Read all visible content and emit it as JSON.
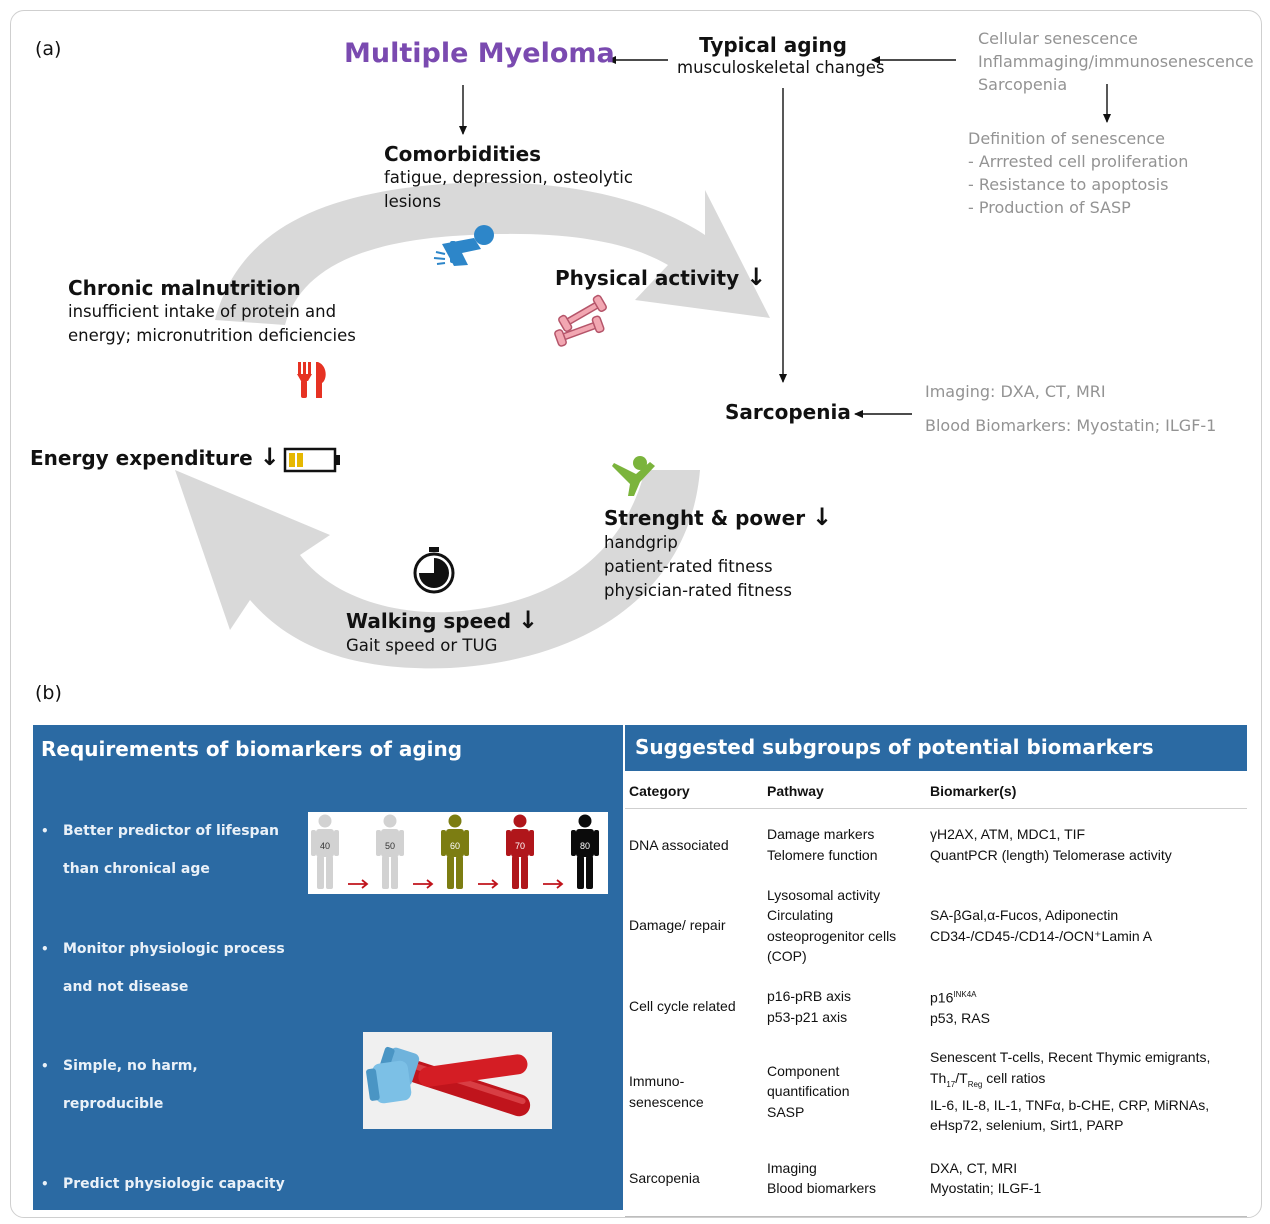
{
  "panel_a": {
    "label": "(a)",
    "multiple_myeloma": "Multiple Myeloma",
    "typical_aging": {
      "title": "Typical aging",
      "subtitle": "musculoskeletal changes"
    },
    "aging_factors": [
      "Cellular senescence",
      "Inflammaging/immunosenescence",
      "Sarcopenia"
    ],
    "senescence_definition": {
      "title": "Definition of senescence",
      "items": [
        "- Arrrested cell proliferation",
        "- Resistance to apoptosis",
        "- Production of SASP"
      ]
    },
    "comorbidities": {
      "title": "Comorbidities",
      "lines": [
        "fatigue, depression, osteolytic",
        "lesions"
      ]
    },
    "physical_activity": {
      "title": "Physical activity",
      "arrow": "↓"
    },
    "chronic_malnutrition": {
      "title": "Chronic malnutrition",
      "lines": [
        "insufficient intake of protein and",
        "energy; micronutrition deficiencies"
      ]
    },
    "sarcopenia": "Sarcopenia",
    "sarcopenia_inputs": [
      "Imaging: DXA, CT, MRI",
      "Blood Biomarkers: Myostatin; ILGF-1"
    ],
    "energy_expenditure": {
      "title": "Energy expenditure",
      "arrow": "↓"
    },
    "strength_power": {
      "title": "Strenght & power",
      "arrow": "↓",
      "lines": [
        "handgrip",
        "patient-rated fitness",
        "physician-rated fitness"
      ]
    },
    "walking_speed": {
      "title": "Walking speed",
      "arrow": "↓",
      "lines": [
        "Gait speed or TUG"
      ]
    },
    "icons": [
      "coughing-person-icon",
      "dumbbell-icon",
      "fork-knife-icon",
      "battery-low-icon",
      "jumping-person-icon",
      "stopwatch-icon"
    ],
    "colors": {
      "multiple_myeloma": "#7a4ab0",
      "cycle_arrow": "#d9d9d9",
      "grey_text": "#939393"
    }
  },
  "panel_b": {
    "label": "(b)",
    "requirements": {
      "title": "Requirements of biomarkers of aging",
      "bullets": [
        [
          "Better predictor of lifespan",
          "than chronical age"
        ],
        [
          "Monitor physiologic process",
          "and not disease"
        ],
        [
          "Simple, no harm,",
          "reproducible"
        ],
        [
          "Predict physiologic capacity"
        ]
      ],
      "ages": [
        "40",
        "50",
        "60",
        "70",
        "80"
      ],
      "age_colors": [
        "#d2d2d2",
        "#d2d2d2",
        "#7c7d12",
        "#b0161b",
        "#0b0b0b"
      ],
      "panel_color": "#2b6aa3"
    },
    "subgroups": {
      "title": "Suggested subgroups of potential biomarkers",
      "headers": [
        "Category",
        "Pathway",
        "Biomarker(s)"
      ],
      "rows": [
        {
          "category": [
            "DNA associated"
          ],
          "pathway": [
            "Damage markers",
            "Telomere function"
          ],
          "biomarkers": [
            "γH2AX, ATM, MDC1, TIF",
            "QuantPCR (length) Telomerase activity"
          ]
        },
        {
          "category": [
            "Damage/ repair"
          ],
          "pathway": [
            "Lysosomal activity",
            "Circulating",
            "osteoprogenitor cells",
            "(COP)"
          ],
          "biomarkers": [
            "SA-βGal,α-Fucos, Adiponectin",
            "CD34-/CD45-/CD14-/OCN⁺Lamin A"
          ]
        },
        {
          "category": [
            "Cell cycle related"
          ],
          "pathway": [
            "p16-pRB axis",
            "p53-p21 axis"
          ],
          "biomarkers": [
            "p16",
            "p53, RAS"
          ],
          "sup": "INK4A"
        },
        {
          "category": [
            "Immuno-",
            "senescence"
          ],
          "pathway": [
            "Component",
            "quantification",
            "SASP"
          ],
          "biomarkers": [
            "Senescent T-cells, Recent Thymic emigrants,",
            "Th",
            "IL-6, IL-8, IL-1, TNFα, b-CHE, CRP, MiRNAs,",
            "eHsp72, selenium, Sirt1, PARP"
          ],
          "th": {
            "sub1": "17",
            "mid": "/T",
            "sub2": "Reg",
            "tail": " cell ratios"
          }
        },
        {
          "category": [
            "Sarcopenia"
          ],
          "pathway": [
            "Imaging",
            "Blood biomarkers"
          ],
          "biomarkers": [
            "DXA, CT, MRI",
            "Myostatin; ILGF-1"
          ]
        }
      ]
    }
  }
}
